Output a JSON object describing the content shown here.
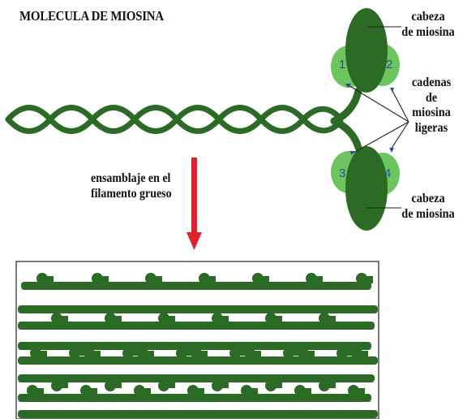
{
  "title": "MOLECULA DE MIOSINA",
  "labels": {
    "head_top": [
      "cabeza",
      "de miosina"
    ],
    "light_chains": [
      "cadenas",
      "de",
      "miosina",
      "ligeras"
    ],
    "head_bottom": [
      "cabeza",
      "de miosina"
    ],
    "assembly": [
      "ensamblaje en el",
      "filamento grueso"
    ]
  },
  "lobe_numbers": [
    "1",
    "2",
    "3",
    "4"
  ],
  "colors": {
    "dark_green": "#2b6b25",
    "light_green": "#6cc55f",
    "arrow_red": "#e0202a",
    "number_blue": "#2b4aa8"
  }
}
